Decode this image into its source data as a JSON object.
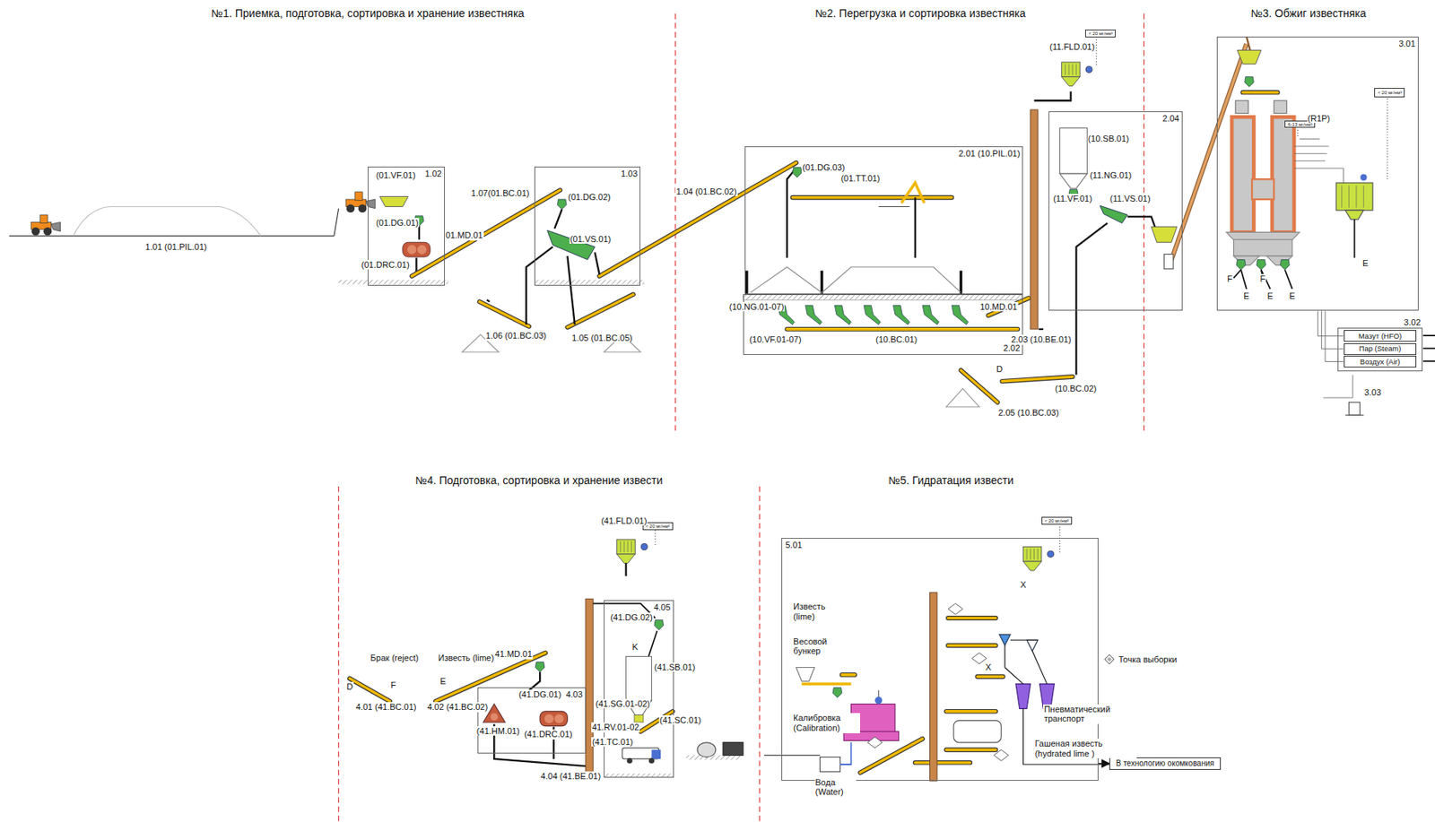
{
  "diagram": {
    "nodes": [
      {
        "text": [
          "1.02"
        ]
      },
      {
        "text": [
          "1.03"
        ]
      },
      {
        "text": [
          "2.01 (10.PIL.01)"
        ]
      },
      {
        "text": [
          "2.02"
        ]
      },
      {
        "text": [
          "2.04"
        ]
      },
      {
        "text": [
          "3.01"
        ]
      },
      {
        "text": [
          "3.02"
        ]
      },
      {
        "text": [
          "Мазут (HFO)"
        ],
        "in": 6
      },
      {
        "text": [
          "Пар (Steam)"
        ],
        "in": 6
      },
      {
        "text": [
          "Воздух (Air)"
        ],
        "in": 6
      },
      {
        "text": [
          "4.03"
        ]
      },
      {
        "text": [
          "4.05"
        ]
      },
      {
        "text": [
          "5.01"
        ]
      },
      {
        "text": [
          "В технологию окомкования"
        ]
      },
      {
        "text": [
          "< 20 мг/нм³"
        ]
      },
      {
        "text": [
          "< 20 мг/нм³"
        ],
        "in": 5
      },
      {
        "text": [
          "6-13 мг/нм³"
        ],
        "in": 5
      },
      {
        "text": [
          "< 20 мг/нм³"
        ]
      },
      {
        "text": [
          "< 20 мг/нм³"
        ]
      }
    ],
    "edges": [
      {
        "from": 7,
        "to": 5,
        "arrow": "none"
      },
      {
        "from": 8,
        "to": 5,
        "arrow": "none"
      },
      {
        "from": 9,
        "to": 5,
        "arrow": "none"
      },
      {
        "from": 12,
        "to": 13,
        "arrow": "to"
      }
    ],
    "labels": [
      "№1. Приемка, подготовка, сортировка и хранение известняка",
      "№2. Перегрузка и сортировка известняка",
      "№3. Обжиг известняка",
      "№4. Подготовка, сортировка и хранение извести",
      "№5. Гидратация извести",
      "1.01 (01.PIL.01)",
      "(01.VF.01)",
      "(01.DG.01)",
      "(01.DRC.01)",
      "01.MD.01",
      "1.07(01.BC.01)",
      "(01.DG.02)",
      "(01.VS.01)",
      "1.04 (01.BC.02)",
      "1.06 (01.BC.03)",
      "1.05 (01.BC.05)",
      "(01.DG.03)",
      "(01.TT.01)",
      "(10.NG.01-07)",
      "(10.VF.01-07)",
      "(10.BC.01)",
      "10.MD.01",
      "2.03 (10.BE.01)",
      "D",
      "(10.BC.02)",
      "2.05 (10.BC.03)",
      "(11.FLD.01)",
      "(10.SB.01)",
      "(11.NG.01)",
      "(11.VF.01)",
      "(11.VS.01)",
      "(R1P)",
      "F",
      "E",
      "F",
      "E",
      "E",
      "E",
      "3.03",
      "Брак (reject)",
      "D",
      "F",
      "Известь (lime)",
      "E",
      "4.01 (41.BC.01)",
      "4.02 (41.BC.02)",
      "41.MD.01",
      "(41.DG.01)",
      "(41.HM.01)",
      "(41.DRC.01)",
      "4.04 (41.BE.01)",
      "(41.FLD.01)",
      "(41.DG.02)",
      "K",
      "(41.SB.01)",
      "(41.SG.01-02)",
      "41.RV.01-02",
      "(41.TC.01)",
      "(41.SC.01)",
      "Известь (lime)",
      "Весовой бункер",
      "Калибровка (Calibration)",
      "Вода (Water)",
      "X",
      "X",
      "Пневматический транспорт",
      "Гашеная известь (hydrated lime )"
    ],
    "legend": [
      {
        "text": "Точка выборки"
      }
    ]
  }
}
